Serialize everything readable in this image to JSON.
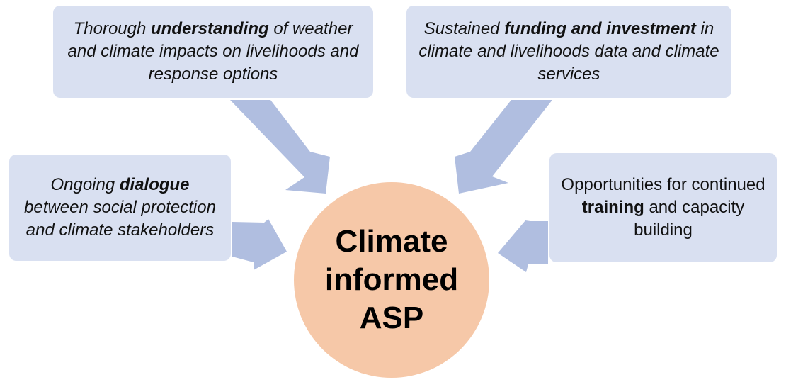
{
  "center": {
    "lines": [
      "Climate",
      "informed",
      "ASP"
    ]
  },
  "boxes": {
    "top_left": {
      "pre": "Thorough ",
      "bold": "understanding",
      "post": " of weather and climate impacts on livelihoods and response options"
    },
    "top_right": {
      "pre": "Sustained ",
      "bold": "funding and investment",
      "post": " in climate and livelihoods data and climate services"
    },
    "mid_left": {
      "pre": "Ongoing ",
      "bold": "dialogue",
      "post": " between social protection and climate stakeholders"
    },
    "mid_right": {
      "pre": "Opportunities for continued ",
      "bold": "training",
      "post": " and capacity building"
    }
  },
  "colors": {
    "box_fill": "#d9e0f1",
    "arrow_fill": "#b0bee0",
    "circle_fill": "#f6c8a8",
    "text": "#111111"
  }
}
